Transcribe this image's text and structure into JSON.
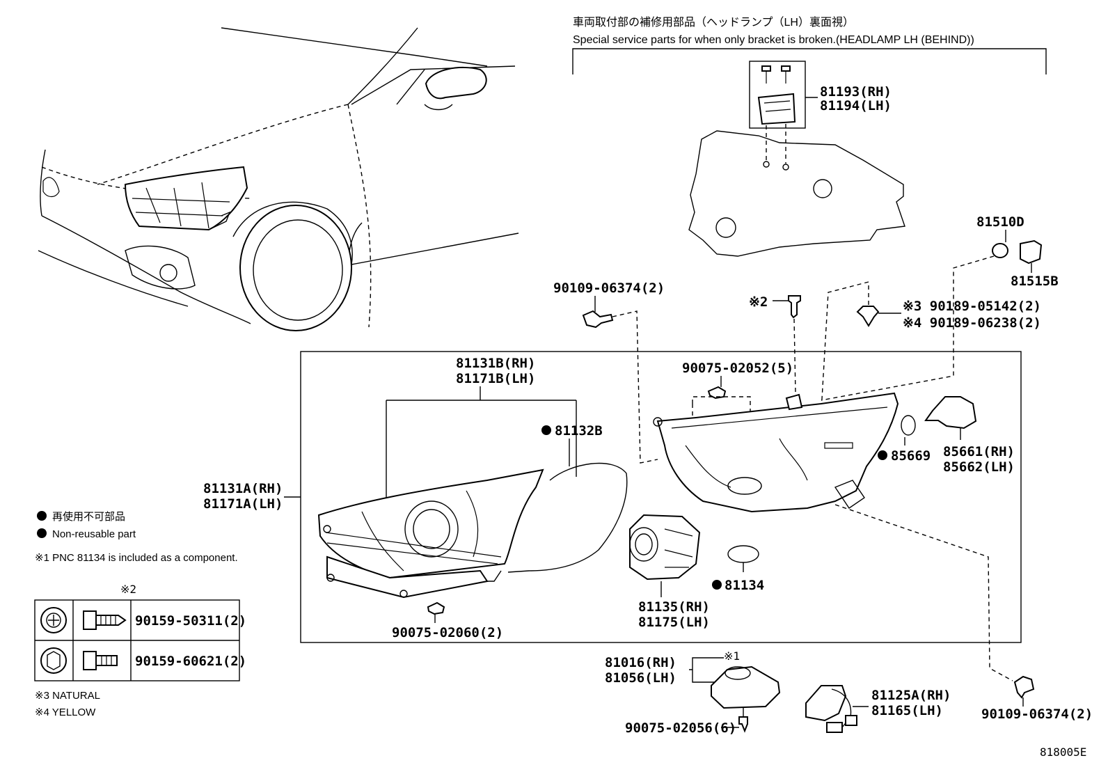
{
  "header": {
    "title_jp": "車両取付部の補修用部品（ヘッドランプ（LH）裏面視）",
    "title_en": "Special service parts for when only bracket is broken.(HEADLAMP LH (BEHIND))"
  },
  "parts": {
    "p81193": "81193(RH)",
    "p81194": "81194(LH)",
    "p81510D": "81510D",
    "p81515B": "81515B",
    "p90109a": "90109-06374(2)",
    "p90109b": "90109-06374(2)",
    "mark2": "※2",
    "p90189a": "※3 90189-05142(2)",
    "p90189b": "※4 90189-06238(2)",
    "p81131B": "81131B(RH)",
    "p81171B": "81171B(LH)",
    "p90075_52": "90075-02052(5)",
    "p81132B": "81132B",
    "p85669": "85669",
    "p85661": "85661(RH)",
    "p85662": "85662(LH)",
    "p81131A": "81131A(RH)",
    "p81171A": "81171A(LH)",
    "p81134": "81134",
    "p81135": "81135(RH)",
    "p81175": "81175(LH)",
    "p90075_60": "90075-02060(2)",
    "p81016": "81016(RH)",
    "p81056": "81056(LH)",
    "mark1": "※1",
    "p90075_56": "90075-02056(6)",
    "p81125A": "81125A(RH)",
    "p81165": "81165(LH)"
  },
  "legend": {
    "nonreusable_jp": "再使用不可部品",
    "nonreusable_en": "Non-reusable part",
    "note1": "※1 PNC 81134 is included as a component.",
    "note3": "※3  NATURAL",
    "note4": "※4  YELLOW"
  },
  "bolt_table": {
    "header": "※2",
    "rows": [
      {
        "part": "90159-50311(2)"
      },
      {
        "part": "90159-60621(2)"
      }
    ]
  },
  "diagram_code": "818005E"
}
